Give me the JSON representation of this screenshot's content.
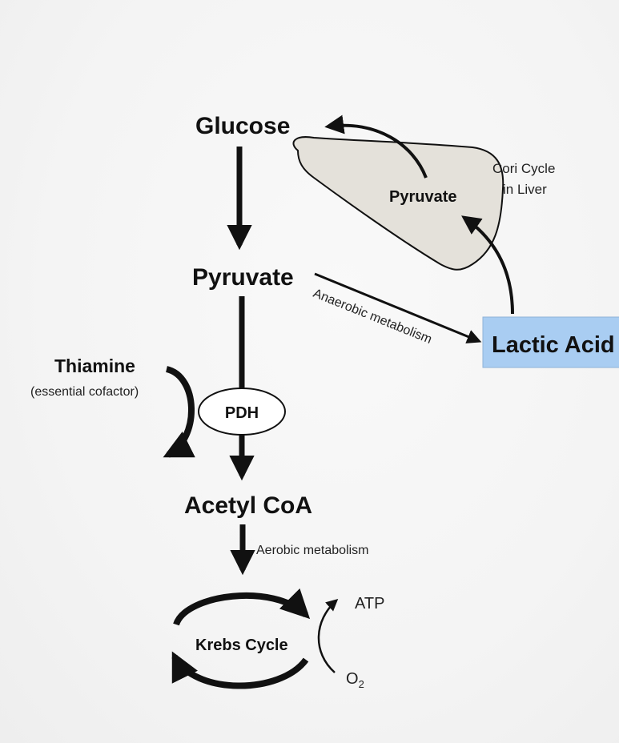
{
  "nodes": {
    "glucose": "Glucose",
    "pyruvate": "Pyruvate",
    "liver_pyruvate": "Pyruvate",
    "lactic_acid": "Lactic Acid",
    "thiamine": "Thiamine",
    "thiamine_note": "(essential cofactor)",
    "pdh": "PDH",
    "acetyl_coa": "Acetyl CoA",
    "krebs": "Krebs Cycle",
    "atp": "ATP",
    "o2": "O",
    "o2_sub": "2"
  },
  "labels": {
    "cori_line1": "Cori Cycle",
    "cori_line2": "in Liver",
    "anaerobic": "Anaerobic metabolism",
    "aerobic": "Aerobic metabolism"
  },
  "colors": {
    "liver_fill": "#e4e1da",
    "lactic_box": "#a9cdf2",
    "ink": "#111111"
  }
}
